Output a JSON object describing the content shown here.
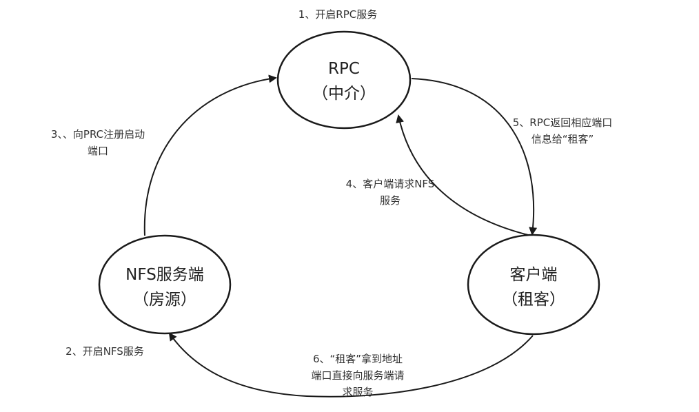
{
  "nodes": {
    "rpc": {
      "title": "RPC",
      "subtitle": "（中介）"
    },
    "nfs": {
      "title": "NFS服务端",
      "subtitle": "（房源）"
    },
    "client": {
      "title": "客户端",
      "subtitle": "（租客）"
    }
  },
  "edges": {
    "step1": {
      "lines": [
        "1、开启RPC服务"
      ]
    },
    "step2": {
      "lines": [
        "2、开启NFS服务"
      ]
    },
    "step3": {
      "lines": [
        "3、、向PRC注册启动",
        "端口"
      ]
    },
    "step4": {
      "lines": [
        "4、客户端请求NFS",
        "服务"
      ]
    },
    "step5": {
      "lines": [
        "5、RPC返回相应端口",
        "信息给“租客”"
      ]
    },
    "step6": {
      "lines": [
        "6、“租客”拿到地址",
        "端口直接向服务端请",
        "求服务"
      ]
    }
  },
  "colors": {
    "stroke": "#1a1a1a",
    "text": "#333333",
    "background": "#ffffff"
  }
}
